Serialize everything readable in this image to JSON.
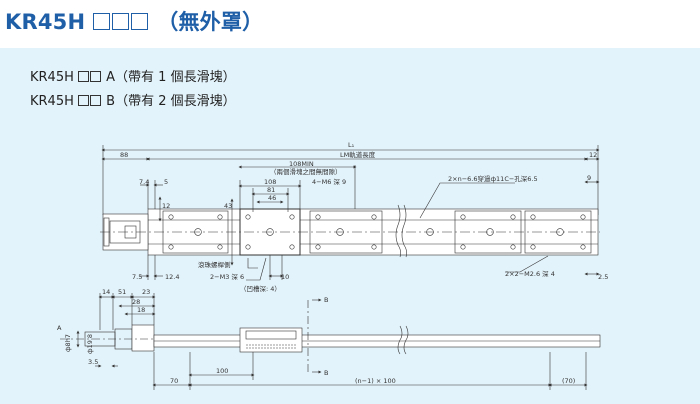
{
  "title": {
    "model": "KR45H",
    "suffix": "（無外罩）"
  },
  "variants": [
    {
      "model": "KR45H",
      "suffix": "A（帶有 1 個長滑塊）"
    },
    {
      "model": "KR45H",
      "suffix": "B（帶有 2 個長滑塊）"
    }
  ],
  "dims": {
    "L1": "L₁",
    "lm_rail_length": "LM軌道長度",
    "d88": "88",
    "d12": "12",
    "d108min": "108MIN",
    "two_block_note": "（兩個滑塊之間無間隙）",
    "d108": "108",
    "d81": "81",
    "d46": "46",
    "tap_4m6": "4−M6  深  9",
    "counterbore": "2×n−6.6穿過ф11C−孔深6.5",
    "d7_4": "7.4",
    "d5": "5",
    "d12b": "12",
    "d43": "43",
    "d9": "9",
    "screw_side": "滾珠螺桿側",
    "tap_m3": "2−M3  深  6",
    "groove_depth": "（凹槽深: 4）",
    "d7_5": "7.5",
    "d12_4": "12.4",
    "d10": "10",
    "tap_m26": "2×2−M2.6  深  4",
    "d2_5": "2.5",
    "d14": "14",
    "d51": "51",
    "d23": "23",
    "d28": "28",
    "d18": "18",
    "dA": "A",
    "dB": "B",
    "dia8": "ф8h7",
    "dia19": "ф19.8",
    "d3_5": "3.5",
    "d70": "70",
    "d100": "100",
    "pitch": "(n−1) × 100",
    "d70p": "(70)"
  }
}
